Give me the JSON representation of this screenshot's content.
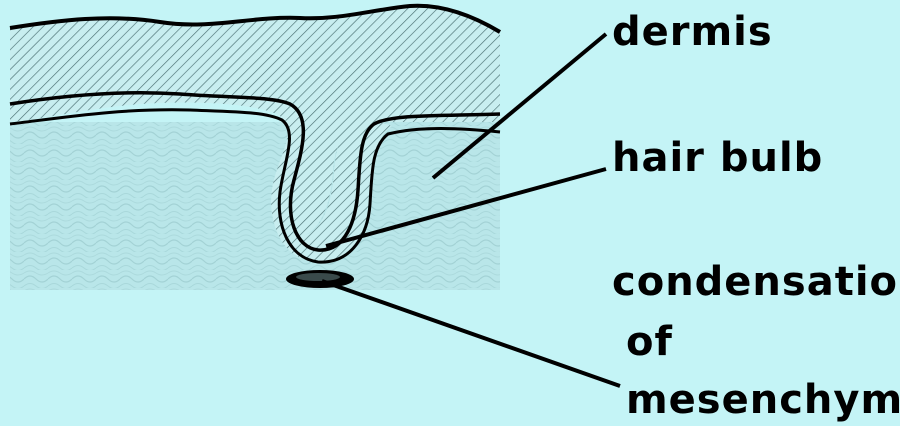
{
  "labels": {
    "dermis": "dermis",
    "hair_bulb": "hair bulb",
    "condensation": "condensation",
    "of": "of",
    "mesenchyme": "mesenchyme"
  },
  "colors": {
    "background": "#c4f4f6",
    "ink": "#000000",
    "hatch": "#4a6f72",
    "mottle": "#9fc9cc"
  }
}
